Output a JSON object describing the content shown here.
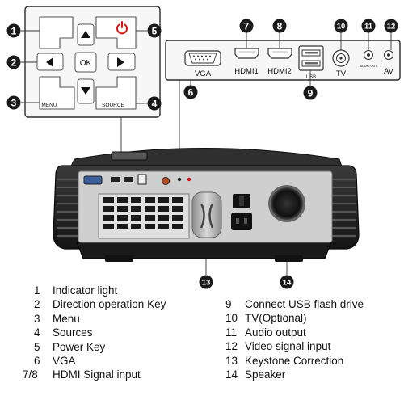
{
  "callout_numbers": [
    "1",
    "2",
    "3",
    "4",
    "5",
    "6",
    "7",
    "8",
    "9",
    "10",
    "11",
    "12",
    "13",
    "14"
  ],
  "keypad": {
    "ok_label": "OK",
    "menu_label": "MENU",
    "source_label": "SOURCE"
  },
  "panel": {
    "vga_label": "VGA",
    "hdmi1_label": "HDMI1",
    "hdmi2_label": "HDMI2",
    "usb_label": "USB",
    "tv_label": "TV",
    "audio_out_label": "AUDIO OUT",
    "av_label": "AV"
  },
  "legend_left": [
    {
      "num": "1",
      "text": "Indicator light"
    },
    {
      "num": "2",
      "text": "Direction operation Key"
    },
    {
      "num": "3",
      "text": "Menu"
    },
    {
      "num": "4",
      "text": "Sources"
    },
    {
      "num": "5",
      "text": "Power Key"
    },
    {
      "num": "6",
      "text": "VGA"
    },
    {
      "num": "7/8",
      "text": "HDMI Signal input"
    }
  ],
  "legend_right": [
    {
      "num": "9",
      "text": "Connect USB flash drive"
    },
    {
      "num": "10",
      "text": "TV(Optional)"
    },
    {
      "num": "11",
      "text": "Audio output"
    },
    {
      "num": "12",
      "text": "Video signal input"
    },
    {
      "num": "13",
      "text": "Keystone Correction"
    },
    {
      "num": "14",
      "text": "Speaker"
    }
  ]
}
